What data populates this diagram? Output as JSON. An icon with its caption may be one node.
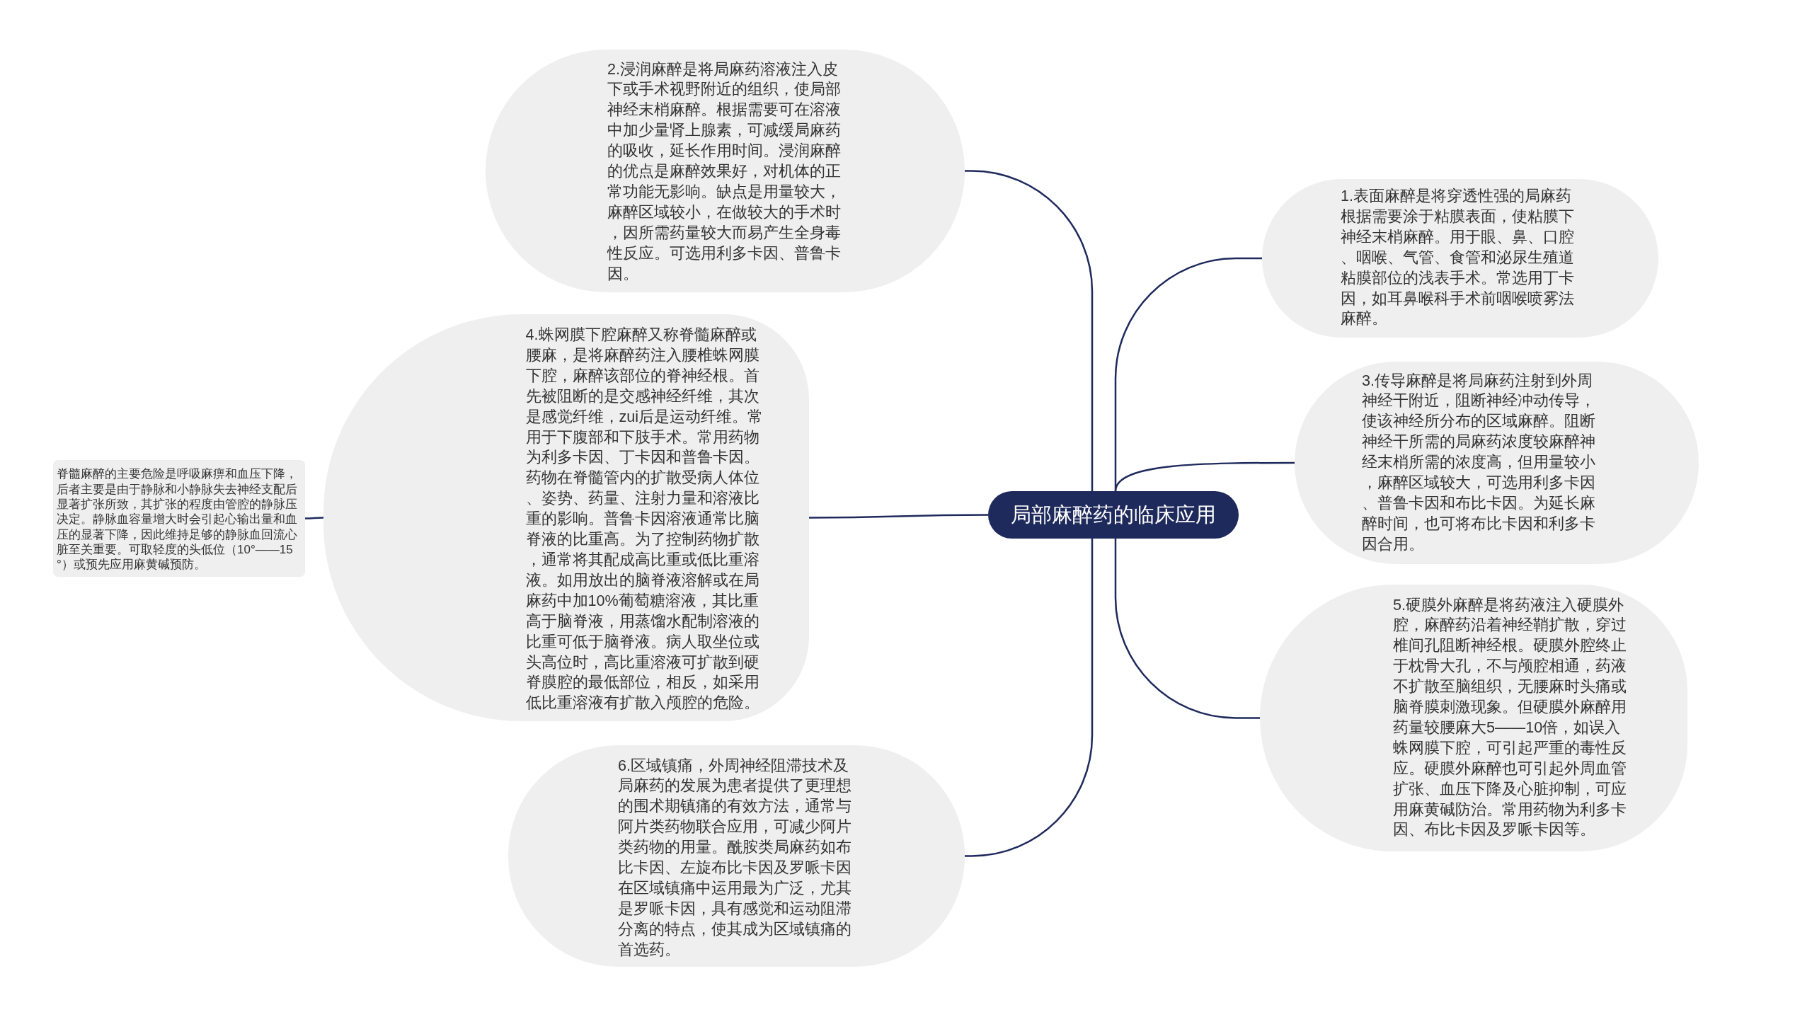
{
  "diagram": {
    "nodes": [
      {
        "text": [
          "局部麻醉药的临床应用"
        ]
      },
      {
        "text": [
          "1.表面麻醉是将穿透性强的局麻药根据需要涂于粘膜表面，使粘膜下神经末梢麻醉。用于眼、鼻、口腔、咽喉、气管、食管和泌尿生殖道粘膜部位的浅表手术。常选用丁卡因，如耳鼻喉科手术前咽喉喷雾法麻醉。"
        ]
      },
      {
        "text": [
          "2.浸润麻醉是将局麻药溶液注入皮下或手术视野附近的组织，使局部神经末梢麻醉。根据需要可在溶液中加少量肾上腺素，可减缓局麻药的吸收，延长作用时间。浸润麻醉的优点是麻醉效果好，对机体的正常功能无影响。缺点是用量较大，麻醉区域较小，在做较大的手术时，因所需药量较大而易产生全身毒性反应。可选用利多卡因、普鲁卡因。"
        ]
      },
      {
        "text": [
          "3.传导麻醉是将局麻药注射到外周神经干附近，阻断神经冲动传导，使该神经所分布的区域麻醉。阻断神经干所需的局麻药浓度较麻醉神经末梢所需的浓度高，但用量较小，麻醉区域较大，可选用利多卡因、普鲁卡因和布比卡因。为延长麻醉时间，也可将布比卡因和利多卡因合用。"
        ]
      },
      {
        "text": [
          "4.蛛网膜下腔麻醉又称脊髓麻醉或腰麻，是将麻醉药注入腰椎蛛网膜下腔，麻醉该部位的脊神经根。首先被阻断的是交感神经纤维，其次是感觉纤维，zui后是运动纤维。常用于下腹部和下肢手术。常用药物为利多卡因、丁卡因和普鲁卡因。药物在脊髓管内的扩散受病人体位、姿势、药量、注射力量和溶液比重的影响。普鲁卡因溶液通常比脑脊液的比重高。为了控制药物扩散，通常将其配成高比重或低比重溶液。如用放出的脑脊液溶解或在局麻药中加10%葡萄糖溶液，其比重高于脑脊液，用蒸馏水配制溶液的比重可低于脑脊液。病人取坐位或头高位时，高比重溶液可扩散到硬脊膜腔的最低部位，相反，如采用低比重溶液有扩散入颅腔的危险。"
        ]
      },
      {
        "text": [
          "5.硬膜外麻醉是将药液注入硬膜外腔，麻醉药沿着神经鞘扩散，穿过椎间孔阻断神经根。硬膜外腔终止于枕骨大孔，不与颅腔相通，药液不扩散至脑组织，无腰麻时头痛或脑脊膜刺激现象。但硬膜外麻醉用药量较腰麻大5——10倍，如误入蛛网膜下腔，可引起严重的毒性反应。硬膜外麻醉也可引起外周血管扩张、血压下降及心脏抑制，可应用麻黄碱防治。常用药物为利多卡因、布比卡因及罗哌卡因等。"
        ]
      },
      {
        "text": [
          "6.区域镇痛，外周神经阻滞技术及局麻药的发展为患者提供了更理想的围术期镇痛的有效方法，通常与阿片类药物联合应用，可减少阿片类药物的用量。酰胺类局麻药如布比卡因、左旋布比卡因及罗哌卡因在区域镇痛中运用最为广泛，尤其是罗哌卡因，具有感觉和运动阻滞分离的特点，使其成为区域镇痛的首选药。"
        ]
      },
      {
        "text": [
          "脊髓麻醉的主要危险是呼吸麻痹和血压下降，后者主要是由于静脉和小静脉失去神经支配后显著扩张所致，其扩张的程度由管腔的静脉压决定。静脉血容量增大时会引起心输出量和血压的显著下降，因此维持足够的静脉血回流心脏至关重要。可取轻度的头低位（10°——15°）或预先应用麻黄碱预防。"
        ]
      }
    ],
    "edges": [
      {
        "from": 0,
        "to": 1,
        "arrow": "none"
      },
      {
        "from": 0,
        "to": 2,
        "arrow": "none"
      },
      {
        "from": 0,
        "to": 3,
        "arrow": "none"
      },
      {
        "from": 0,
        "to": 4,
        "arrow": "none"
      },
      {
        "from": 0,
        "to": 5,
        "arrow": "none"
      },
      {
        "from": 0,
        "to": 6,
        "arrow": "none"
      },
      {
        "from": 4,
        "to": 7,
        "arrow": "none"
      }
    ]
  }
}
